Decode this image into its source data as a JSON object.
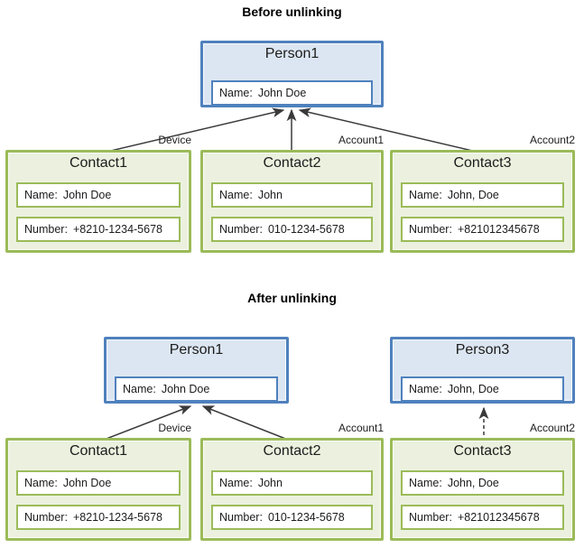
{
  "colors": {
    "person_border": "#4f81bd",
    "person_fill": "#dce6f2",
    "contact_border": "#9bbb59",
    "contact_fill": "#ebf1de",
    "field_fill": "#ffffff",
    "connector": "#3a3a3a"
  },
  "sections": [
    {
      "title": "Before unlinking",
      "persons": [
        {
          "name": "Person1",
          "fields": [
            {
              "label": "Name:",
              "value": "John Doe"
            }
          ]
        }
      ],
      "contacts": [
        {
          "name": "Contact1",
          "fields": [
            {
              "label": "Name:",
              "value": "John Doe"
            },
            {
              "label": "Number:",
              "value": "+8210-1234-5678"
            }
          ]
        },
        {
          "name": "Contact2",
          "fields": [
            {
              "label": "Name:",
              "value": "John"
            },
            {
              "label": "Number:",
              "value": "010-1234-5678"
            }
          ]
        },
        {
          "name": "Contact3",
          "fields": [
            {
              "label": "Name:",
              "value": "John, Doe"
            },
            {
              "label": "Number:",
              "value": "+821012345678"
            }
          ]
        }
      ],
      "links": [
        {
          "from": "Contact1",
          "to": "Person1",
          "label": "Device",
          "style": "solid"
        },
        {
          "from": "Contact2",
          "to": "Person1",
          "label": "Account1",
          "style": "solid"
        },
        {
          "from": "Contact3",
          "to": "Person1",
          "label": "Account2",
          "style": "solid"
        }
      ]
    },
    {
      "title": "After unlinking",
      "persons": [
        {
          "name": "Person1",
          "fields": [
            {
              "label": "Name:",
              "value": "John Doe"
            }
          ]
        },
        {
          "name": "Person3",
          "fields": [
            {
              "label": "Name:",
              "value": "John, Doe"
            }
          ]
        }
      ],
      "contacts": [
        {
          "name": "Contact1",
          "fields": [
            {
              "label": "Name:",
              "value": "John Doe"
            },
            {
              "label": "Number:",
              "value": "+8210-1234-5678"
            }
          ]
        },
        {
          "name": "Contact2",
          "fields": [
            {
              "label": "Name:",
              "value": "John"
            },
            {
              "label": "Number:",
              "value": "010-1234-5678"
            }
          ]
        },
        {
          "name": "Contact3",
          "fields": [
            {
              "label": "Name:",
              "value": "John, Doe"
            },
            {
              "label": "Number:",
              "value": "+821012345678"
            }
          ]
        }
      ],
      "links": [
        {
          "from": "Contact1",
          "to": "Person1",
          "label": "Device",
          "style": "solid"
        },
        {
          "from": "Contact2",
          "to": "Person1",
          "label": "Account1",
          "style": "solid"
        },
        {
          "from": "Contact3",
          "to": "Person3",
          "label": "Account2",
          "style": "dashed"
        }
      ]
    }
  ]
}
